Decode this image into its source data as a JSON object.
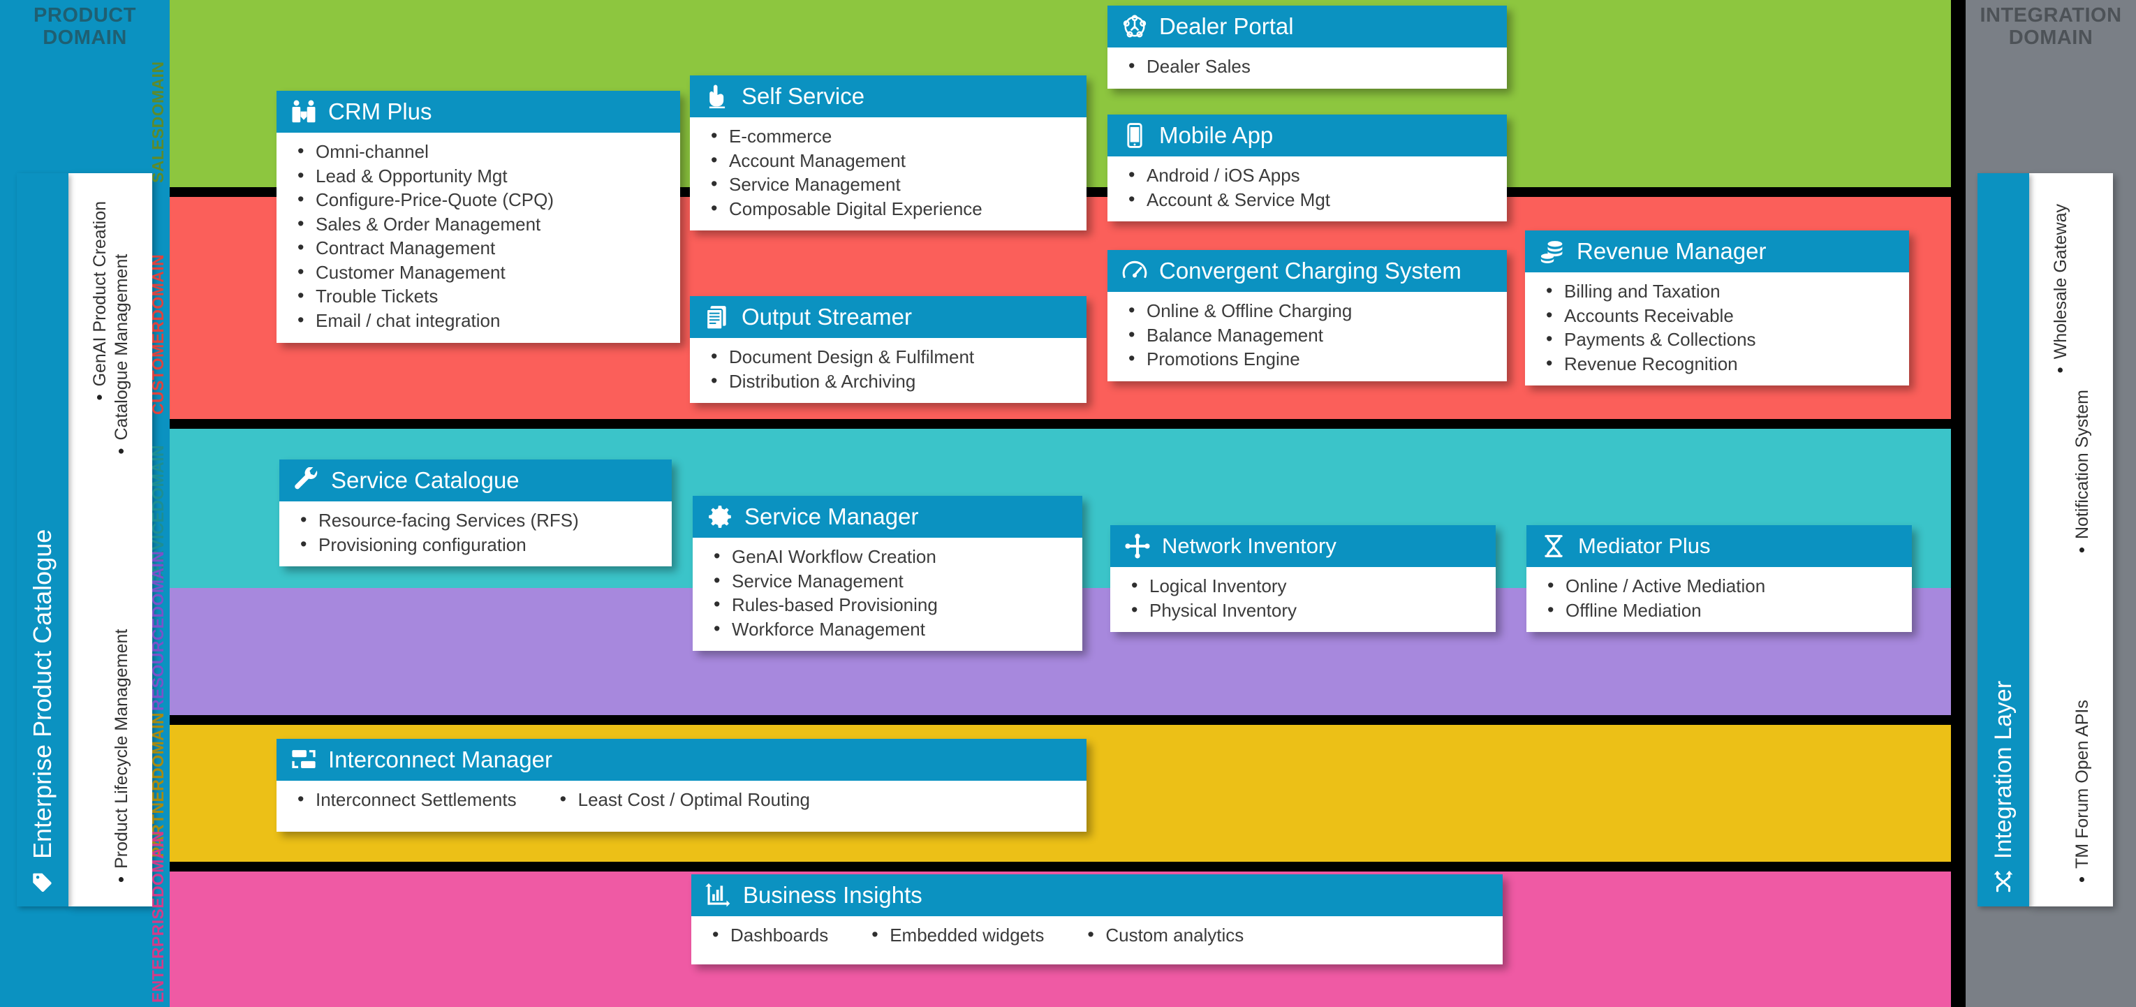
{
  "product_domain": {
    "caption": "PRODUCT\nDOMAIN",
    "caption_line1": "PRODUCT",
    "caption_line2": "DOMAIN",
    "title": "Enterprise Product Catalogue",
    "icon": "tag-icon",
    "bullets_col_right": [
      "GenAI Product Creation"
    ],
    "bullets_col_left": [
      "Product Lifecycle Management",
      "Catalogue Management"
    ]
  },
  "integration_domain": {
    "caption_line1": "INTEGRATION",
    "caption_line2": "DOMAIN",
    "title": "Integration Layer",
    "icon": "shuffle-icon",
    "bullets_col_right": [
      "Wholesale Gateway"
    ],
    "bullets_col_left": [
      "TM Forum Open APIs",
      "Notification System"
    ]
  },
  "bands": [
    {
      "key": "sales",
      "label": "SALES\nDOMAIN",
      "label_line1": "SALES",
      "label_line2": "DOMAIN",
      "color": "#8dc63f",
      "text_color": "#5d8a2b"
    },
    {
      "key": "customer",
      "label": "CUSTOMER\nDOMAIN",
      "label_line1": "CUSTOMER",
      "label_line2": "DOMAIN",
      "color": "#fb5f5a",
      "text_color": "#e0423c"
    },
    {
      "key": "service",
      "label": "SERVICE\nDOMAIN",
      "label_line1": "SERVICE",
      "label_line2": "DOMAIN",
      "color": "#3bc4c9",
      "text_color": "#1d8e92"
    },
    {
      "key": "resource",
      "label": "RESOURCE\nDOMAIN",
      "label_line1": "RESOURCE",
      "label_line2": "DOMAIN",
      "color": "#a788dd",
      "text_color": "#7a52c9"
    },
    {
      "key": "partner",
      "label": "PARTNER\nDOMAIN",
      "label_line1": "PARTNER",
      "label_line2": "DOMAIN",
      "color": "#ecc017",
      "text_color": "#a98a0e"
    },
    {
      "key": "enterprise",
      "label": "ENTERPRISE\nDOMAIN",
      "label_line1": "ENTERPRISE",
      "label_line2": "DOMAIN",
      "color": "#ef5aa4",
      "text_color": "#d43b88"
    }
  ],
  "cards": {
    "crm_plus": {
      "title": "CRM Plus",
      "icon": "handshake-icon",
      "items": [
        "Omni-channel",
        "Lead & Opportunity Mgt",
        "Configure-Price-Quote (CPQ)",
        "Sales & Order Management",
        "Contract Management",
        "Customer Management",
        "Trouble Tickets",
        "Email / chat integration"
      ]
    },
    "self_service": {
      "title": "Self Service",
      "icon": "click-hand-icon",
      "items": [
        "E-commerce",
        "Account Management",
        "Service Management",
        "Composable Digital Experience"
      ]
    },
    "output_streamer": {
      "title": "Output Streamer",
      "icon": "documents-icon",
      "items": [
        "Document Design & Fulfilment",
        "Distribution & Archiving"
      ]
    },
    "dealer_portal": {
      "title": "Dealer Portal",
      "icon": "network-nodes-icon",
      "items": [
        "Dealer Sales"
      ]
    },
    "mobile_app": {
      "title": "Mobile App",
      "icon": "smartphone-icon",
      "items": [
        "Android / iOS Apps",
        "Account & Service Mgt"
      ]
    },
    "convergent_charging": {
      "title": "Convergent Charging System",
      "icon": "gauge-icon",
      "items": [
        "Online & Offline Charging",
        "Balance Management",
        "Promotions Engine"
      ]
    },
    "revenue_manager": {
      "title": "Revenue Manager",
      "icon": "coins-icon",
      "items": [
        "Billing and Taxation",
        "Accounts Receivable",
        "Payments & Collections",
        "Revenue Recognition"
      ]
    },
    "service_catalogue": {
      "title": "Service Catalogue",
      "icon": "wrench-icon",
      "items": [
        "Resource-facing Services (RFS)",
        "Provisioning configuration"
      ]
    },
    "service_manager": {
      "title": "Service Manager",
      "icon": "gear-icon",
      "items": [
        "GenAI Workflow Creation",
        "Service Management",
        "Rules-based Provisioning",
        "Workforce Management"
      ]
    },
    "network_inventory": {
      "title": "Network Inventory",
      "icon": "node-cross-icon",
      "items": [
        "Logical Inventory",
        "Physical Inventory"
      ]
    },
    "mediator_plus": {
      "title": "Mediator Plus",
      "icon": "hourglass-icon",
      "items": [
        "Online / Active Mediation",
        "Offline Mediation"
      ]
    },
    "interconnect_manager": {
      "title": "Interconnect Manager",
      "icon": "exchange-icon",
      "items": [
        "Interconnect Settlements",
        "Least Cost / Optimal Routing"
      ]
    },
    "business_insights": {
      "title": "Business Insights",
      "icon": "bar-chart-icon",
      "items": [
        "Dashboards",
        "Embedded widgets",
        "Custom analytics"
      ]
    }
  },
  "colors": {
    "card_header": "#0b92c1",
    "product_domain": "#0b92c1",
    "integration_domain": "#7a7f86",
    "background": "#000000"
  }
}
